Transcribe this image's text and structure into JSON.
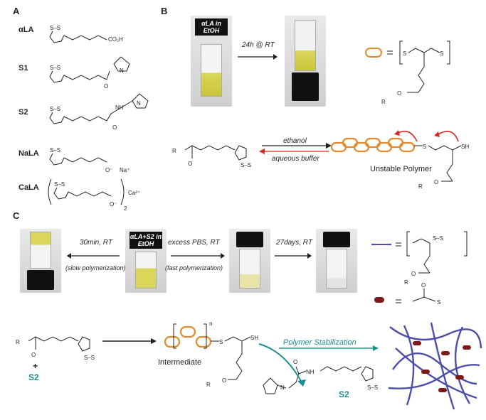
{
  "panels": {
    "a": "A",
    "b": "B",
    "c": "C"
  },
  "compounds": {
    "alpha_la": {
      "label": "αLA",
      "group": "CO₂H"
    },
    "s1": {
      "label": "S1"
    },
    "s2": {
      "label": "S2"
    },
    "nala": {
      "label": "NaLA",
      "charge": "O⁻",
      "counterion": "Na⁺"
    },
    "cala": {
      "label": "CaLA",
      "charge": "O⁻",
      "counterion": "Ca²⁺",
      "subscript": "2"
    }
  },
  "panel_b": {
    "vial_label": "αLA in EtOH",
    "arrow_label": "24h @ RT",
    "equilibrium_top": "ethanol",
    "equilibrium_bottom": "aqueous buffer",
    "polymer_label": "Unstable Polymer",
    "legend_eq": "="
  },
  "panel_c": {
    "vial_label": "αLA+S2 in EtOH",
    "left_arrow_top": "30min, RT",
    "left_arrow_bottom": "(slow polymerization)",
    "right_arrow_top": "excess PBS, RT",
    "right_arrow_bottom": "(fast polymerization)",
    "far_arrow_top": "27days, RT",
    "intermediate_label": "Intermediate",
    "stabilization_label": "Polymer Stabilization",
    "s2_label": "S2",
    "plus_label": "+",
    "subscript_n": "n"
  },
  "atoms": {
    "S": "S",
    "SH": "SH",
    "R": "R",
    "O": "O",
    "N": "N",
    "NH": "NH",
    "SS": "S–S"
  },
  "colors": {
    "orange": "#e58a2c",
    "red": "#d7261e",
    "teal": "#1a8f8f",
    "blue": "#4b4faa",
    "maroon": "#7c1a1a",
    "yellow": "#d9d65a"
  }
}
